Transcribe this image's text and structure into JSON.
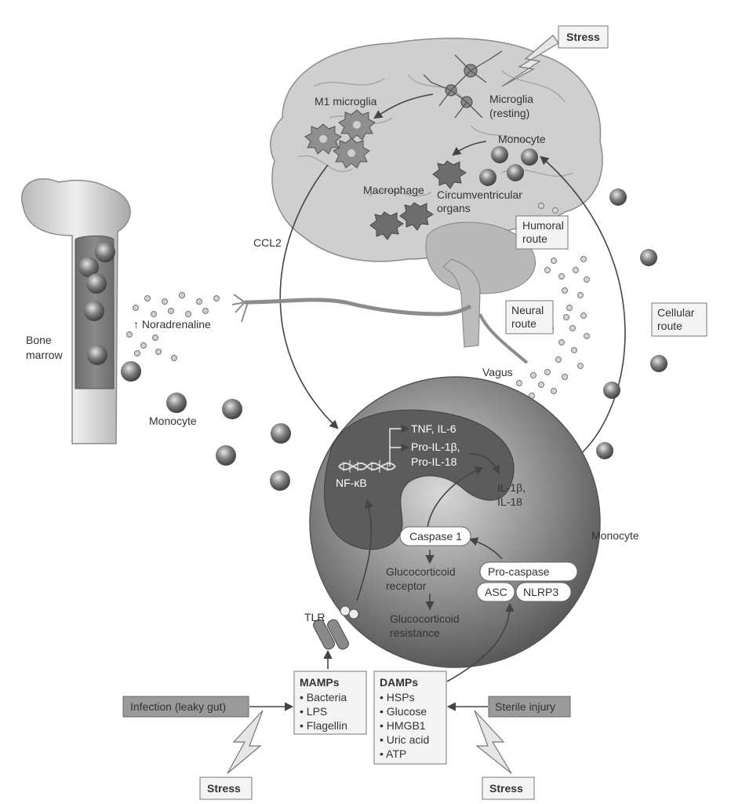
{
  "labels": {
    "stress_top": "Stress",
    "m1_microglia": "M1 microglia",
    "microglia_resting_1": "Microglia",
    "microglia_resting_2": "(resting)",
    "monocyte_brain": "Monocyte",
    "macrophage": "Macrophage",
    "circumventricular_1": "Circumventricular",
    "circumventricular_2": "organs",
    "humoral_route_1": "Humoral",
    "humoral_route_2": "route",
    "ccl2": "CCL2",
    "noradrenaline": "↑ Noradrenaline",
    "bone_marrow_1": "Bone",
    "bone_marrow_2": "marrow",
    "neural_route_1": "Neural",
    "neural_route_2": "route",
    "cellular_route_1": "Cellular",
    "cellular_route_2": "route",
    "vagus": "Vagus",
    "monocyte_left": "Monocyte",
    "tnf_il6": "TNF, IL-6",
    "pro_il1b": "Pro-IL-1β,",
    "pro_il18": "Pro-IL-18",
    "nfkb": "NF-κB",
    "il1b": "IL-1β,",
    "il18": "IL-18",
    "monocyte_cell": "Monocyte",
    "caspase1": "Caspase 1",
    "gluco_receptor_1": "Glucocorticoid",
    "gluco_receptor_2": "receptor",
    "pro_caspase": "Pro-caspase",
    "asc": "ASC",
    "nlrp3": "NLRP3",
    "gluco_resistance_1": "Glucocorticoid",
    "gluco_resistance_2": "resistance",
    "tlr": "TLR",
    "mamps_title": "MAMPs",
    "mamps_items": [
      "• Bacteria",
      "• LPS",
      "• Flagellin"
    ],
    "damps_title": "DAMPs",
    "damps_items": [
      "• HSPs",
      "• Glucose",
      "• HMGB1",
      "• Uric acid",
      "• ATP"
    ],
    "infection": "Infection (leaky gut)",
    "sterile_injury": "Sterile injury",
    "stress_bottom_left": "Stress",
    "stress_bottom_right": "Stress"
  },
  "colors": {
    "brain_fill": "#cfcfcf",
    "cell_dark": "#5a5a5a",
    "cell_light": "#bdbdbd",
    "box_fill": "#f4f4f4",
    "box_dark_fill": "#9a9a9a",
    "particle": "#8c8c8c"
  }
}
